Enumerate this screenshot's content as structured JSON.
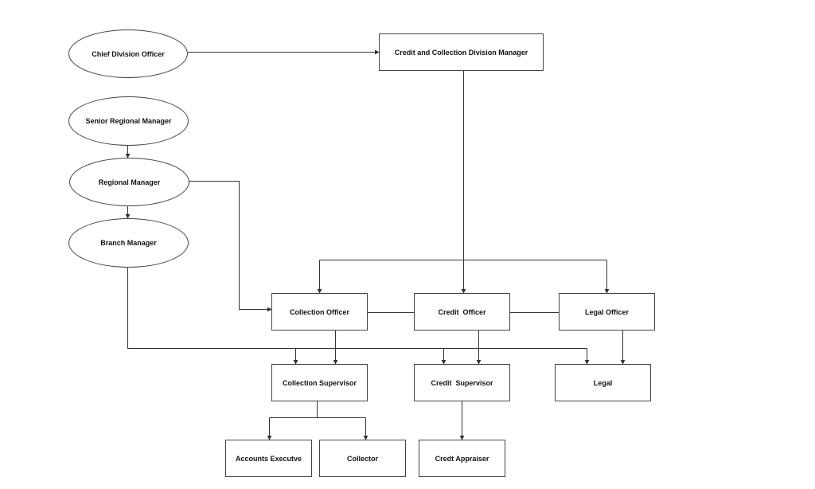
{
  "nodes": {
    "chief_division_officer": "Chief Division Officer",
    "senior_regional_manager": "Senior Regional Manager",
    "regional_manager": "Regional Manager",
    "branch_manager": "Branch Manager",
    "credit_collection_division_manager": "Credit and Collection Division Manager",
    "collection_officer": "Collection Officer",
    "credit_officer": "Credit  Officer",
    "legal_officer": "Legal Officer",
    "collection_supervisor": "Collection Supervisor",
    "credit_supervisor": "Credit  Supervisor",
    "legal": "Legal",
    "accounts_executive": "Accounts Executve",
    "collector": "Collector",
    "credit_appraiser": "Credt Appraiser"
  },
  "colors": {
    "line": "#333333",
    "node_border": "#444444",
    "text": "#111111",
    "background": "#ffffff"
  }
}
